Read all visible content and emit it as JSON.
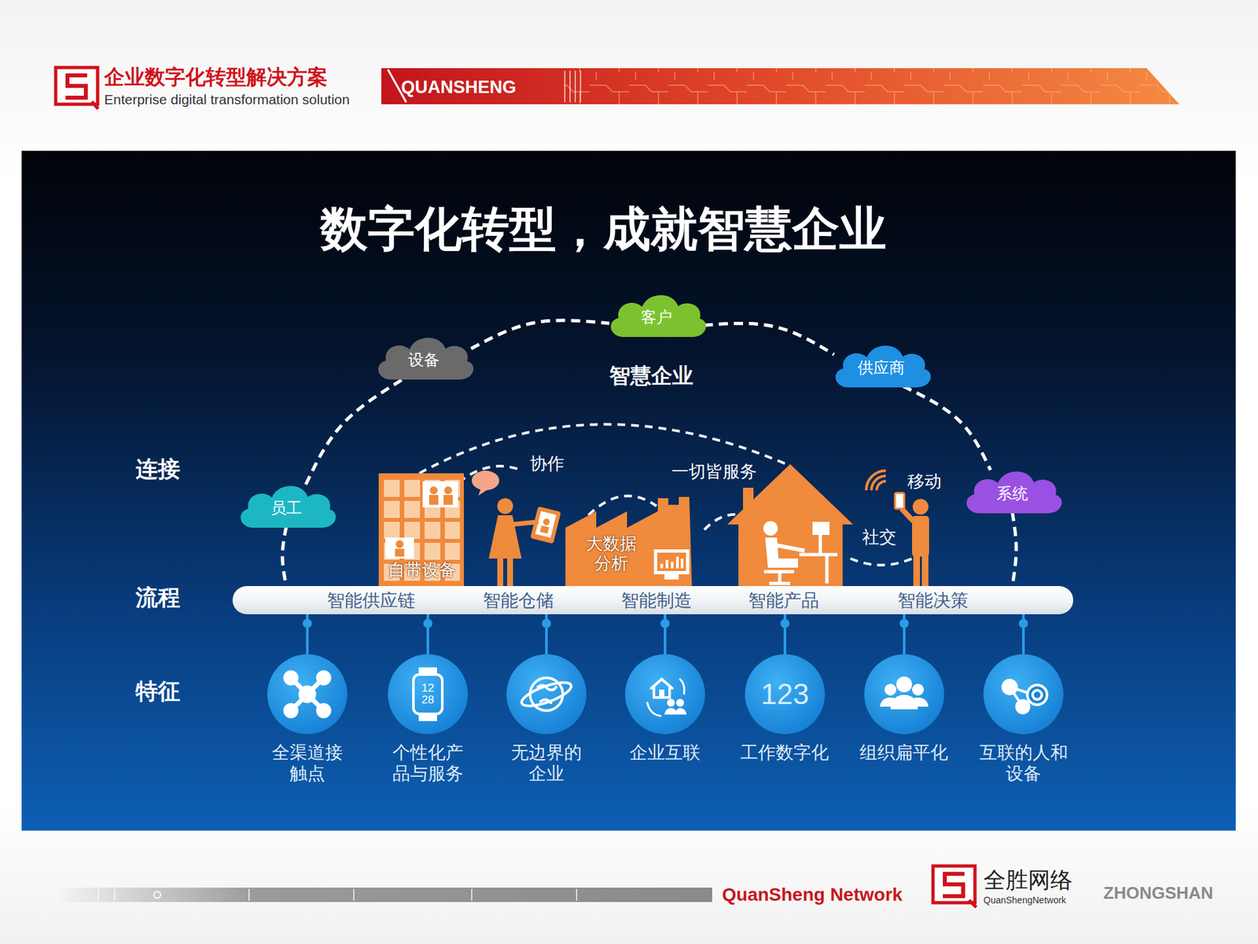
{
  "diagram": {
    "title": "数字化转型，成就智慧企业",
    "nodes": [
      {
        "text": [
          "客户"
        ]
      },
      {
        "text": [
          "设备"
        ]
      },
      {
        "text": [
          "供应商"
        ]
      },
      {
        "text": [
          "员工"
        ]
      },
      {
        "text": [
          "系统"
        ]
      },
      {
        "text": [
          "智能供应链",
          "智能仓储",
          "智能制造",
          "智能产品",
          "智能决策"
        ]
      },
      {
        "text": [
          "全渠道接 触点"
        ]
      },
      {
        "text": [
          "12 28",
          "个性化产 品与服务"
        ]
      },
      {
        "text": [
          "无边界的 企业"
        ]
      },
      {
        "text": [
          "企业互联"
        ]
      },
      {
        "text": [
          "123",
          "工作数字化"
        ]
      },
      {
        "text": [
          "组织扁平化"
        ]
      },
      {
        "text": [
          "互联的人和 设备"
        ]
      }
    ],
    "edges": [
      {
        "from": 3,
        "to": 1,
        "arrow": "none"
      },
      {
        "from": 1,
        "to": 0,
        "arrow": "none"
      },
      {
        "from": 0,
        "to": 2,
        "arrow": "none"
      },
      {
        "from": 2,
        "to": 4,
        "arrow": "none"
      },
      {
        "from": 3,
        "to": 5,
        "arrow": "none"
      },
      {
        "from": 4,
        "to": 5,
        "arrow": "none"
      },
      {
        "from": 5,
        "to": 6,
        "arrow": "none"
      },
      {
        "from": 5,
        "to": 7,
        "arrow": "none"
      },
      {
        "from": 5,
        "to": 8,
        "arrow": "none"
      },
      {
        "from": 5,
        "to": 9,
        "arrow": "none"
      },
      {
        "from": 5,
        "to": 10,
        "arrow": "none"
      },
      {
        "from": 5,
        "to": 11,
        "arrow": "none"
      },
      {
        "from": 5,
        "to": 12,
        "arrow": "none"
      }
    ],
    "labels": [
      "企业数字化转型解决方案",
      "Enterprise digital transformation solution",
      "QUANSHENG",
      "智慧企业",
      "连接",
      "流程",
      "特征",
      "自带设备",
      "协作",
      "大数据 分析",
      "一切皆服务",
      "移动",
      "社交",
      "QuanSheng Network",
      "全胜网络",
      "QuanShengNetwork",
      "ZHONGSHAN"
    ]
  }
}
